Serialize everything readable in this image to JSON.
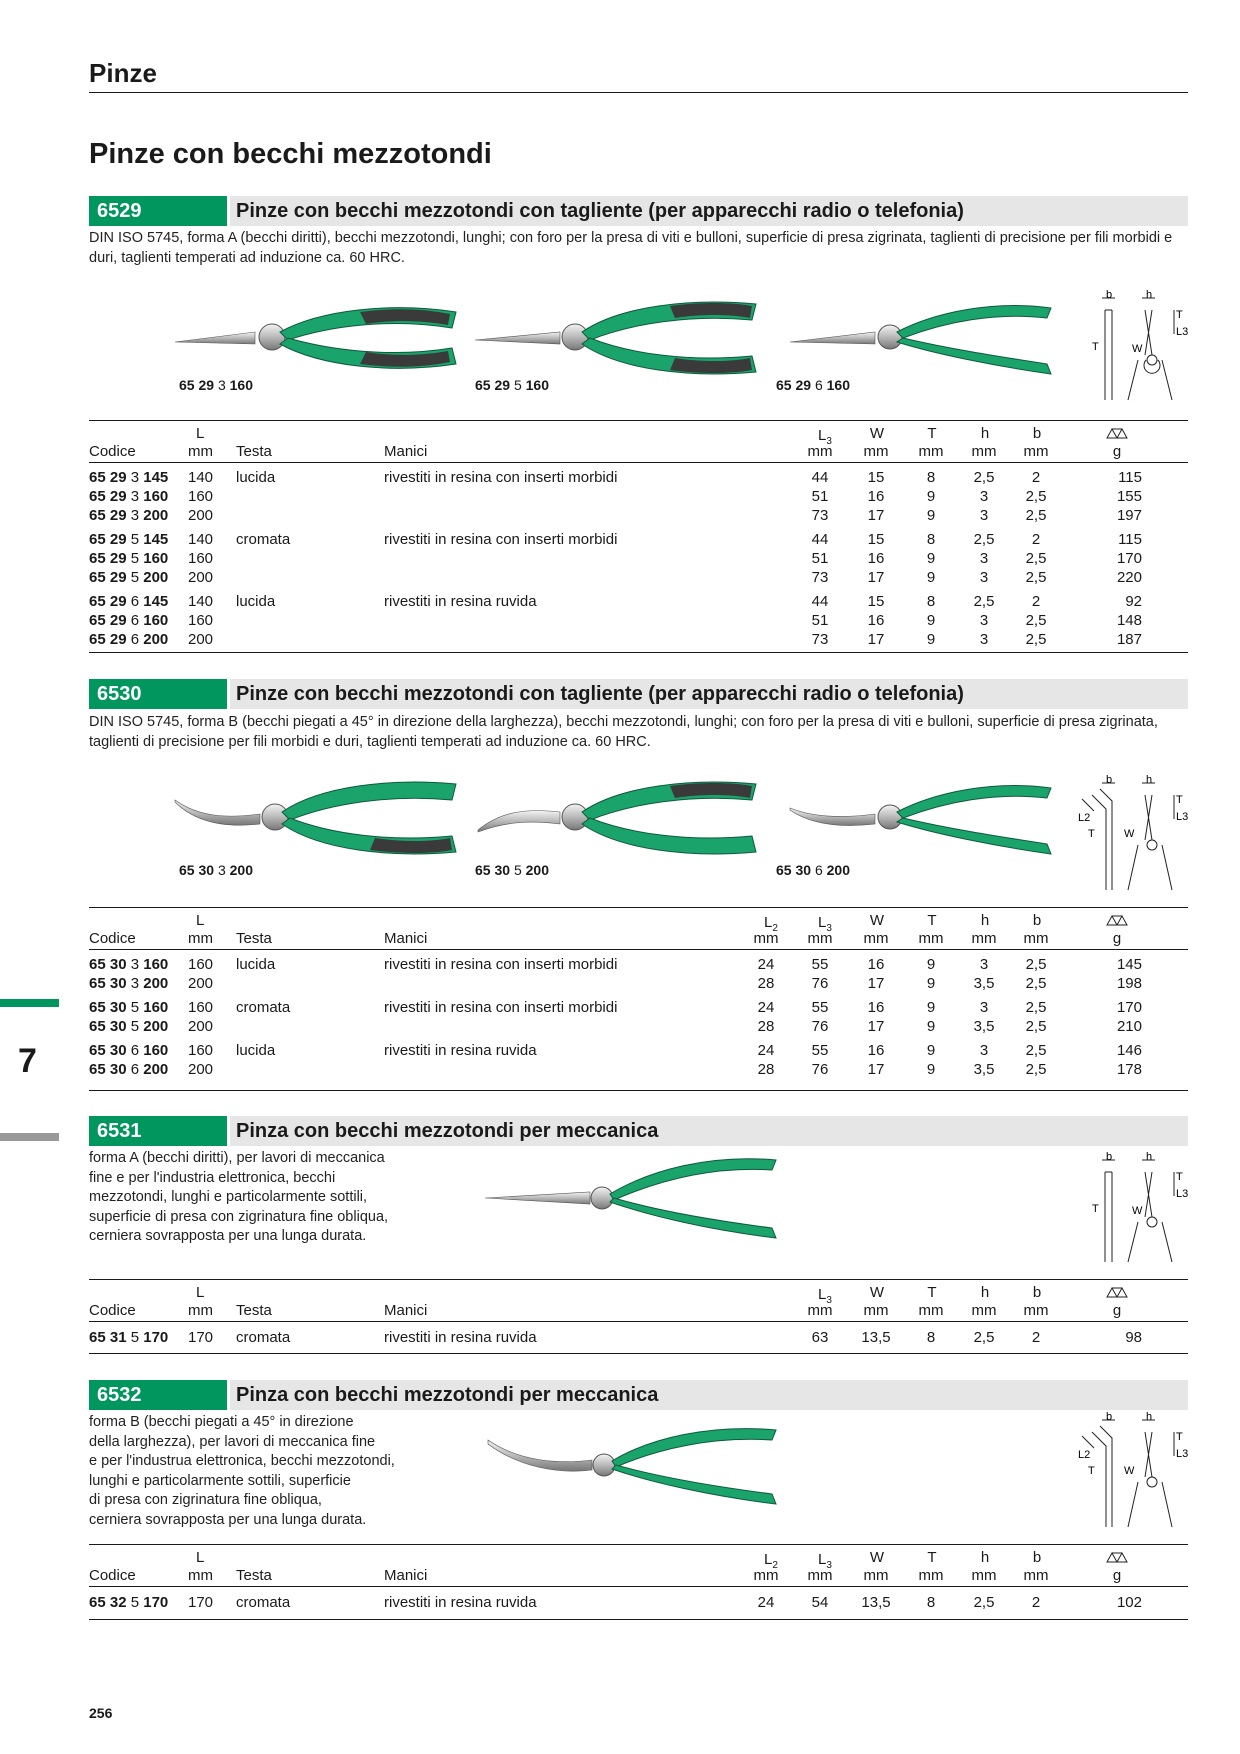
{
  "chapter": "Pinze",
  "page_heading": "Pinze con becchi mezzotondi",
  "side_tab_number": "7",
  "page_number": "256",
  "sections": [
    {
      "code": "6529",
      "title": "Pinze con becchi mezzotondi con tagliente (per apparecchi radio o telefonia)",
      "description": "DIN ISO 5745, forma A (becchi diritti), becchi mezzotondi, lunghi; con foro per la presa di viti e bulloni, superficie di presa zigrinata, taglienti di precisione per fili morbidi e duri, taglienti temperati ad induzione ca. 60 HRC.",
      "image_labels": [
        {
          "bold1": "65 29",
          "light": "3",
          "bold2": "160"
        },
        {
          "bold1": "65 29",
          "light": "5",
          "bold2": "160"
        },
        {
          "bold1": "65 29",
          "light": "6",
          "bold2": "160"
        }
      ],
      "table": {
        "head_top": [
          "L",
          "L3",
          "W",
          "T",
          "h",
          "b"
        ],
        "head_bottom": [
          "Codice",
          "mm",
          "Testa",
          "Manici",
          "mm",
          "mm",
          "mm",
          "mm",
          "mm",
          "g"
        ],
        "groups": [
          {
            "testa": "lucida",
            "manici": "rivestiti in resina con inserti morbidi",
            "rows": [
              {
                "c1": "65 29",
                "c2": "3",
                "c3": "145",
                "L": "140",
                "L3": "44",
                "W": "15",
                "T": "8",
                "h": "2,5",
                "b": "2",
                "g": "115"
              },
              {
                "c1": "65 29",
                "c2": "3",
                "c3": "160",
                "L": "160",
                "L3": "51",
                "W": "16",
                "T": "9",
                "h": "3",
                "b": "2,5",
                "g": "155"
              },
              {
                "c1": "65 29",
                "c2": "3",
                "c3": "200",
                "L": "200",
                "L3": "73",
                "W": "17",
                "T": "9",
                "h": "3",
                "b": "2,5",
                "g": "197"
              }
            ]
          },
          {
            "testa": "cromata",
            "manici": "rivestiti in resina con inserti morbidi",
            "rows": [
              {
                "c1": "65 29",
                "c2": "5",
                "c3": "145",
                "L": "140",
                "L3": "44",
                "W": "15",
                "T": "8",
                "h": "2,5",
                "b": "2",
                "g": "115"
              },
              {
                "c1": "65 29",
                "c2": "5",
                "c3": "160",
                "L": "160",
                "L3": "51",
                "W": "16",
                "T": "9",
                "h": "3",
                "b": "2,5",
                "g": "170"
              },
              {
                "c1": "65 29",
                "c2": "5",
                "c3": "200",
                "L": "200",
                "L3": "73",
                "W": "17",
                "T": "9",
                "h": "3",
                "b": "2,5",
                "g": "220"
              }
            ]
          },
          {
            "testa": "lucida",
            "manici": "rivestiti in resina ruvida",
            "rows": [
              {
                "c1": "65 29",
                "c2": "6",
                "c3": "145",
                "L": "140",
                "L3": "44",
                "W": "15",
                "T": "8",
                "h": "2,5",
                "b": "2",
                "g": "92"
              },
              {
                "c1": "65 29",
                "c2": "6",
                "c3": "160",
                "L": "160",
                "L3": "51",
                "W": "16",
                "T": "9",
                "h": "3",
                "b": "2,5",
                "g": "148"
              },
              {
                "c1": "65 29",
                "c2": "6",
                "c3": "200",
                "L": "200",
                "L3": "73",
                "W": "17",
                "T": "9",
                "h": "3",
                "b": "2,5",
                "g": "187"
              }
            ]
          }
        ]
      }
    },
    {
      "code": "6530",
      "title": "Pinze con becchi mezzotondi con tagliente (per apparecchi radio o telefonia)",
      "description": "DIN ISO 5745, forma B (becchi piegati a 45° in direzione della larghezza), becchi mezzotondi, lunghi; con foro per la presa di viti e bulloni, superficie di presa zigrinata, taglienti di precisione per fili morbidi e duri, taglienti temperati ad induzione ca. 60 HRC.",
      "image_labels": [
        {
          "bold1": "65 30",
          "light": "3",
          "bold2": "200"
        },
        {
          "bold1": "65 30",
          "light": "5",
          "bold2": "200"
        },
        {
          "bold1": "65 30",
          "light": "6",
          "bold2": "200"
        }
      ],
      "table": {
        "head_top": [
          "L",
          "L2",
          "L3",
          "W",
          "T",
          "h",
          "b"
        ],
        "head_bottom": [
          "Codice",
          "mm",
          "Testa",
          "Manici",
          "mm",
          "mm",
          "mm",
          "mm",
          "mm",
          "mm",
          "g"
        ],
        "groups": [
          {
            "testa": "lucida",
            "manici": "rivestiti in resina con inserti morbidi",
            "rows": [
              {
                "c1": "65 30",
                "c2": "3",
                "c3": "160",
                "L": "160",
                "L2": "24",
                "L3": "55",
                "W": "16",
                "T": "9",
                "h": "3",
                "b": "2,5",
                "g": "145"
              },
              {
                "c1": "65 30",
                "c2": "3",
                "c3": "200",
                "L": "200",
                "L2": "28",
                "L3": "76",
                "W": "17",
                "T": "9",
                "h": "3,5",
                "b": "2,5",
                "g": "198"
              }
            ]
          },
          {
            "testa": "cromata",
            "manici": "rivestiti in resina con inserti morbidi",
            "rows": [
              {
                "c1": "65 30",
                "c2": "5",
                "c3": "160",
                "L": "160",
                "L2": "24",
                "L3": "55",
                "W": "16",
                "T": "9",
                "h": "3",
                "b": "2,5",
                "g": "170"
              },
              {
                "c1": "65 30",
                "c2": "5",
                "c3": "200",
                "L": "200",
                "L2": "28",
                "L3": "76",
                "W": "17",
                "T": "9",
                "h": "3,5",
                "b": "2,5",
                "g": "210"
              }
            ]
          },
          {
            "testa": "lucida",
            "manici": "rivestiti in resina ruvida",
            "rows": [
              {
                "c1": "65 30",
                "c2": "6",
                "c3": "160",
                "L": "160",
                "L2": "24",
                "L3": "55",
                "W": "16",
                "T": "9",
                "h": "3",
                "b": "2,5",
                "g": "146"
              },
              {
                "c1": "65 30",
                "c2": "6",
                "c3": "200",
                "L": "200",
                "L2": "28",
                "L3": "76",
                "W": "17",
                "T": "9",
                "h": "3,5",
                "b": "2,5",
                "g": "178"
              }
            ]
          }
        ]
      }
    },
    {
      "code": "6531",
      "title": "Pinza con becchi mezzotondi per meccanica",
      "description_lines": [
        "forma A (becchi diritti), per lavori di meccanica",
        "fine e per l'industria elettronica, becchi",
        "mezzotondi, lunghi e particolarmente sottili,",
        "superficie di presa con zigrinatura fine obliqua,",
        "cerniera sovrapposta per una lunga durata."
      ],
      "table": {
        "head_top": [
          "L",
          "L3",
          "W",
          "T",
          "h",
          "b"
        ],
        "head_bottom": [
          "Codice",
          "mm",
          "Testa",
          "Manici",
          "mm",
          "mm",
          "mm",
          "mm",
          "mm",
          "g"
        ],
        "row": {
          "c1": "65 31",
          "c2": "5",
          "c3": "170",
          "L": "170",
          "testa": "cromata",
          "manici": "rivestiti in resina ruvida",
          "L3": "63",
          "W": "13,5",
          "T": "8",
          "h": "2,5",
          "b": "2",
          "g": "98"
        }
      }
    },
    {
      "code": "6532",
      "title": "Pinza con becchi mezzotondi per meccanica",
      "description_lines": [
        "forma B (becchi piegati a 45° in direzione",
        "della larghezza), per lavori di meccanica fine",
        "e per l'industrua elettronica, becchi mezzotondi,",
        "lunghi e particolarmente sottili, superficie",
        "di presa con zigrinatura fine obliqua,",
        "cerniera sovrapposta per una lunga durata."
      ],
      "table": {
        "head_top": [
          "L",
          "L2",
          "L3",
          "W",
          "T",
          "h",
          "b"
        ],
        "head_bottom": [
          "Codice",
          "mm",
          "Testa",
          "Manici",
          "mm",
          "mm",
          "mm",
          "mm",
          "mm",
          "mm",
          "g"
        ],
        "row": {
          "c1": "65 32",
          "c2": "5",
          "c3": "170",
          "L": "170",
          "testa": "cromata",
          "manici": "rivestiti in resina ruvida",
          "L2": "24",
          "L3": "54",
          "W": "13,5",
          "T": "8",
          "h": "2,5",
          "b": "2",
          "g": "102"
        }
      }
    }
  ],
  "diagram_labels": {
    "b": "b",
    "h": "h",
    "T": "T",
    "L2": "L2",
    "L3": "L3",
    "W": "W"
  },
  "colors": {
    "accent": "#00965e",
    "title_bar": "#e6e6e6",
    "handle_green": "#1aa36a",
    "handle_dark": "#3a3a3a"
  }
}
